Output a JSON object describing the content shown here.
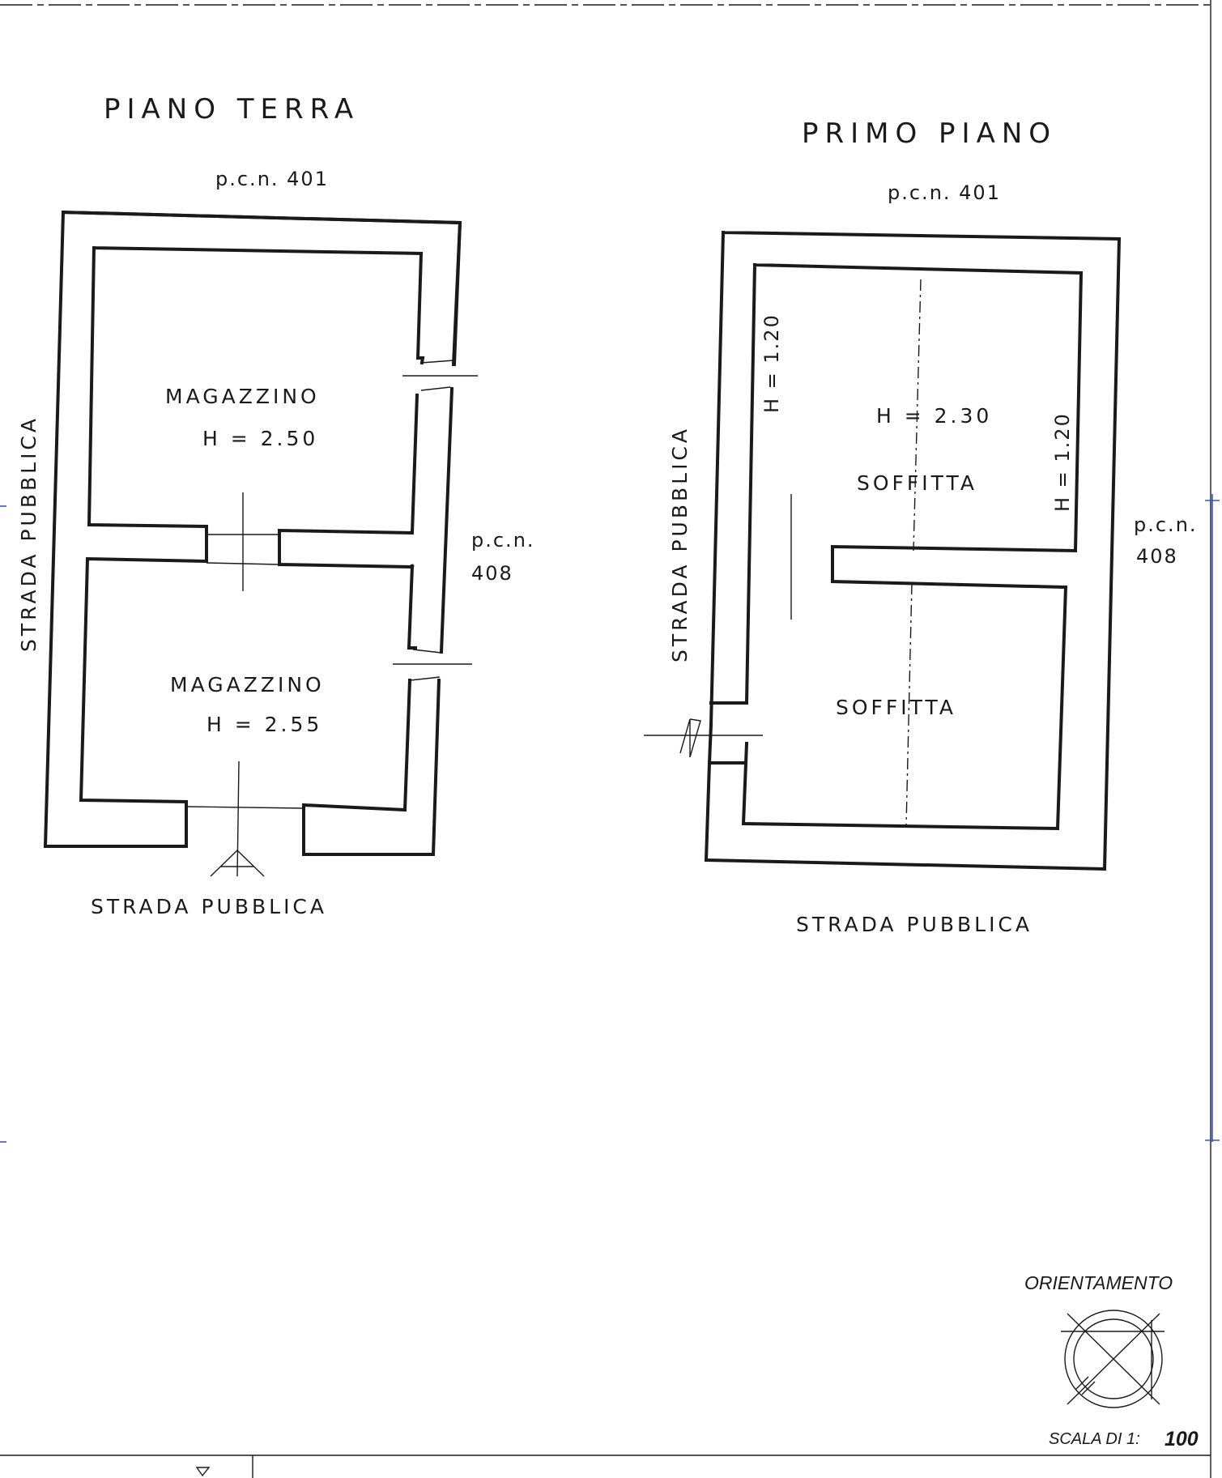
{
  "ground_floor": {
    "title": "PIANO TERRA",
    "parcel_top": "p.c.n. 401",
    "parcel_right_line1": "p.c.n.",
    "parcel_right_line2": "408",
    "street_left": "STRADA PUBBLICA",
    "street_bottom": "STRADA PUBBLICA",
    "rooms": [
      {
        "name": "MAGAZZINO",
        "height": "H = 2.50"
      },
      {
        "name": "MAGAZZINO",
        "height": "H = 2.55"
      }
    ]
  },
  "first_floor": {
    "title": "PRIMO PIANO",
    "parcel_top": "p.c.n. 401",
    "parcel_right_line1": "p.c.n.",
    "parcel_right_line2": "408",
    "street_left": "STRADA PUBBLICA",
    "street_bottom": "STRADA PUBBLICA",
    "height_left": "H = 1.20",
    "height_right": "H = 1.20",
    "height_center": "H = 2.30",
    "rooms": [
      {
        "name": "SOFFITTA"
      },
      {
        "name": "SOFFITTA"
      }
    ]
  },
  "legend": {
    "orientation_label": "ORIENTAMENTO",
    "scale_label": "SCALA DI 1:",
    "scale_value": "100"
  }
}
